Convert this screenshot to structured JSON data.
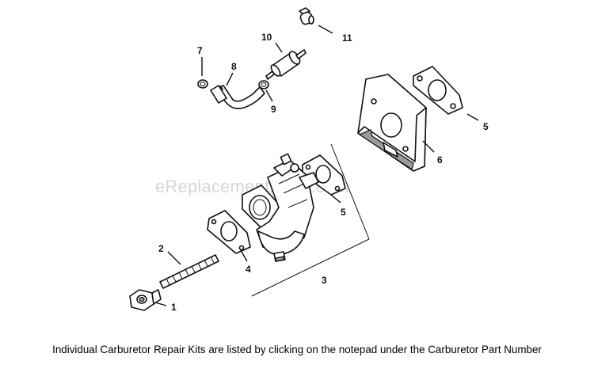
{
  "watermark": "eReplacementParts.com",
  "footer_text": "Individual Carburetor Repair Kits are listed by clicking on the notepad under the Carburetor Part Number",
  "callouts": {
    "c1": "1",
    "c2": "2",
    "c3": "3",
    "c4": "4",
    "c5a": "5",
    "c5b": "5",
    "c6": "6",
    "c7": "7",
    "c8": "8",
    "c9": "9",
    "c10": "10",
    "c11": "11"
  }
}
